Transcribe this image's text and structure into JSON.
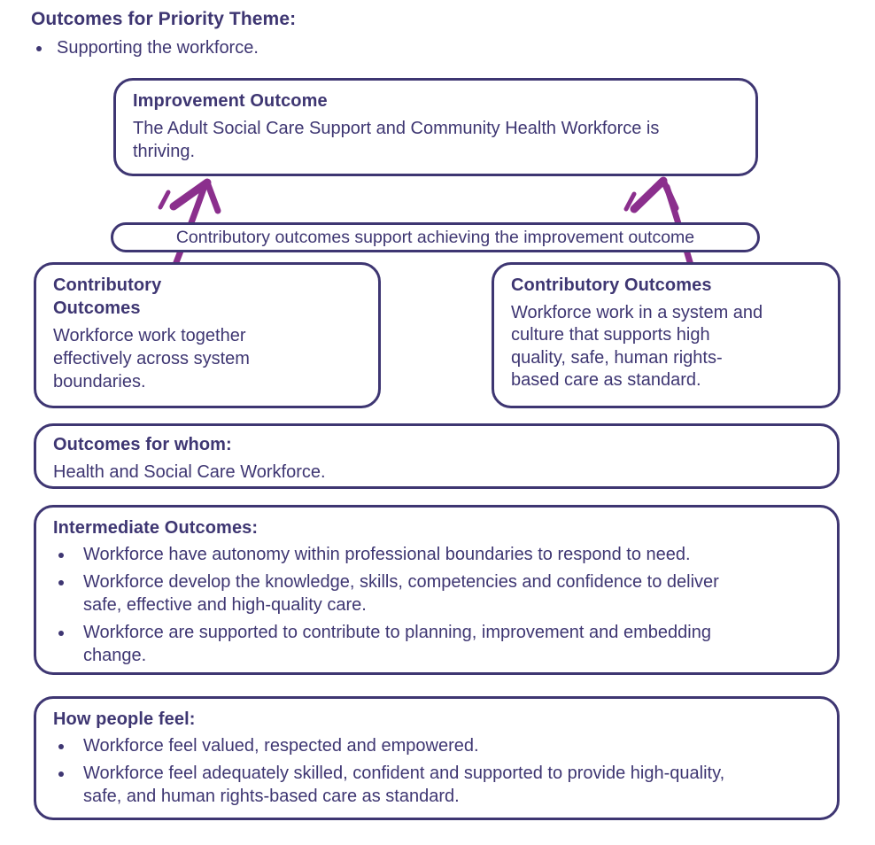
{
  "colors": {
    "ink": "#3e3672",
    "arrow": "#8b2f8d",
    "background": "#ffffff"
  },
  "header": {
    "title": "Outcomes for Priority Theme:",
    "bullet": "Supporting the workforce."
  },
  "improvement_outcome": {
    "heading": "Improvement Outcome",
    "body": "The Adult Social Care Support and Community Health Workforce is thriving."
  },
  "connector": {
    "label": "Contributory outcomes support achieving the improvement outcome"
  },
  "contributory_left": {
    "heading": "Contributory Outcomes",
    "body": "Workforce work together effectively across system boundaries."
  },
  "contributory_right": {
    "heading": "Contributory Outcomes",
    "body": "Workforce work in a system and culture that supports high quality, safe, human rights-based care as standard."
  },
  "outcomes_for_whom": {
    "heading": "Outcomes for whom:",
    "body": "Health and Social Care Workforce."
  },
  "intermediate_outcomes": {
    "heading": "Intermediate Outcomes:",
    "bullets": [
      "Workforce have autonomy within professional boundaries to respond to need.",
      "Workforce develop the knowledge, skills, competencies and confidence to deliver safe, effective and high-quality care.",
      "Workforce are supported to contribute to planning, improvement and embedding change."
    ]
  },
  "how_people_feel": {
    "heading": "How people feel:",
    "bullets": [
      "Workforce feel valued, respected and empowered.",
      "Workforce feel adequately skilled, confident and supported to provide high-quality, safe, and human rights-based care as standard."
    ]
  }
}
